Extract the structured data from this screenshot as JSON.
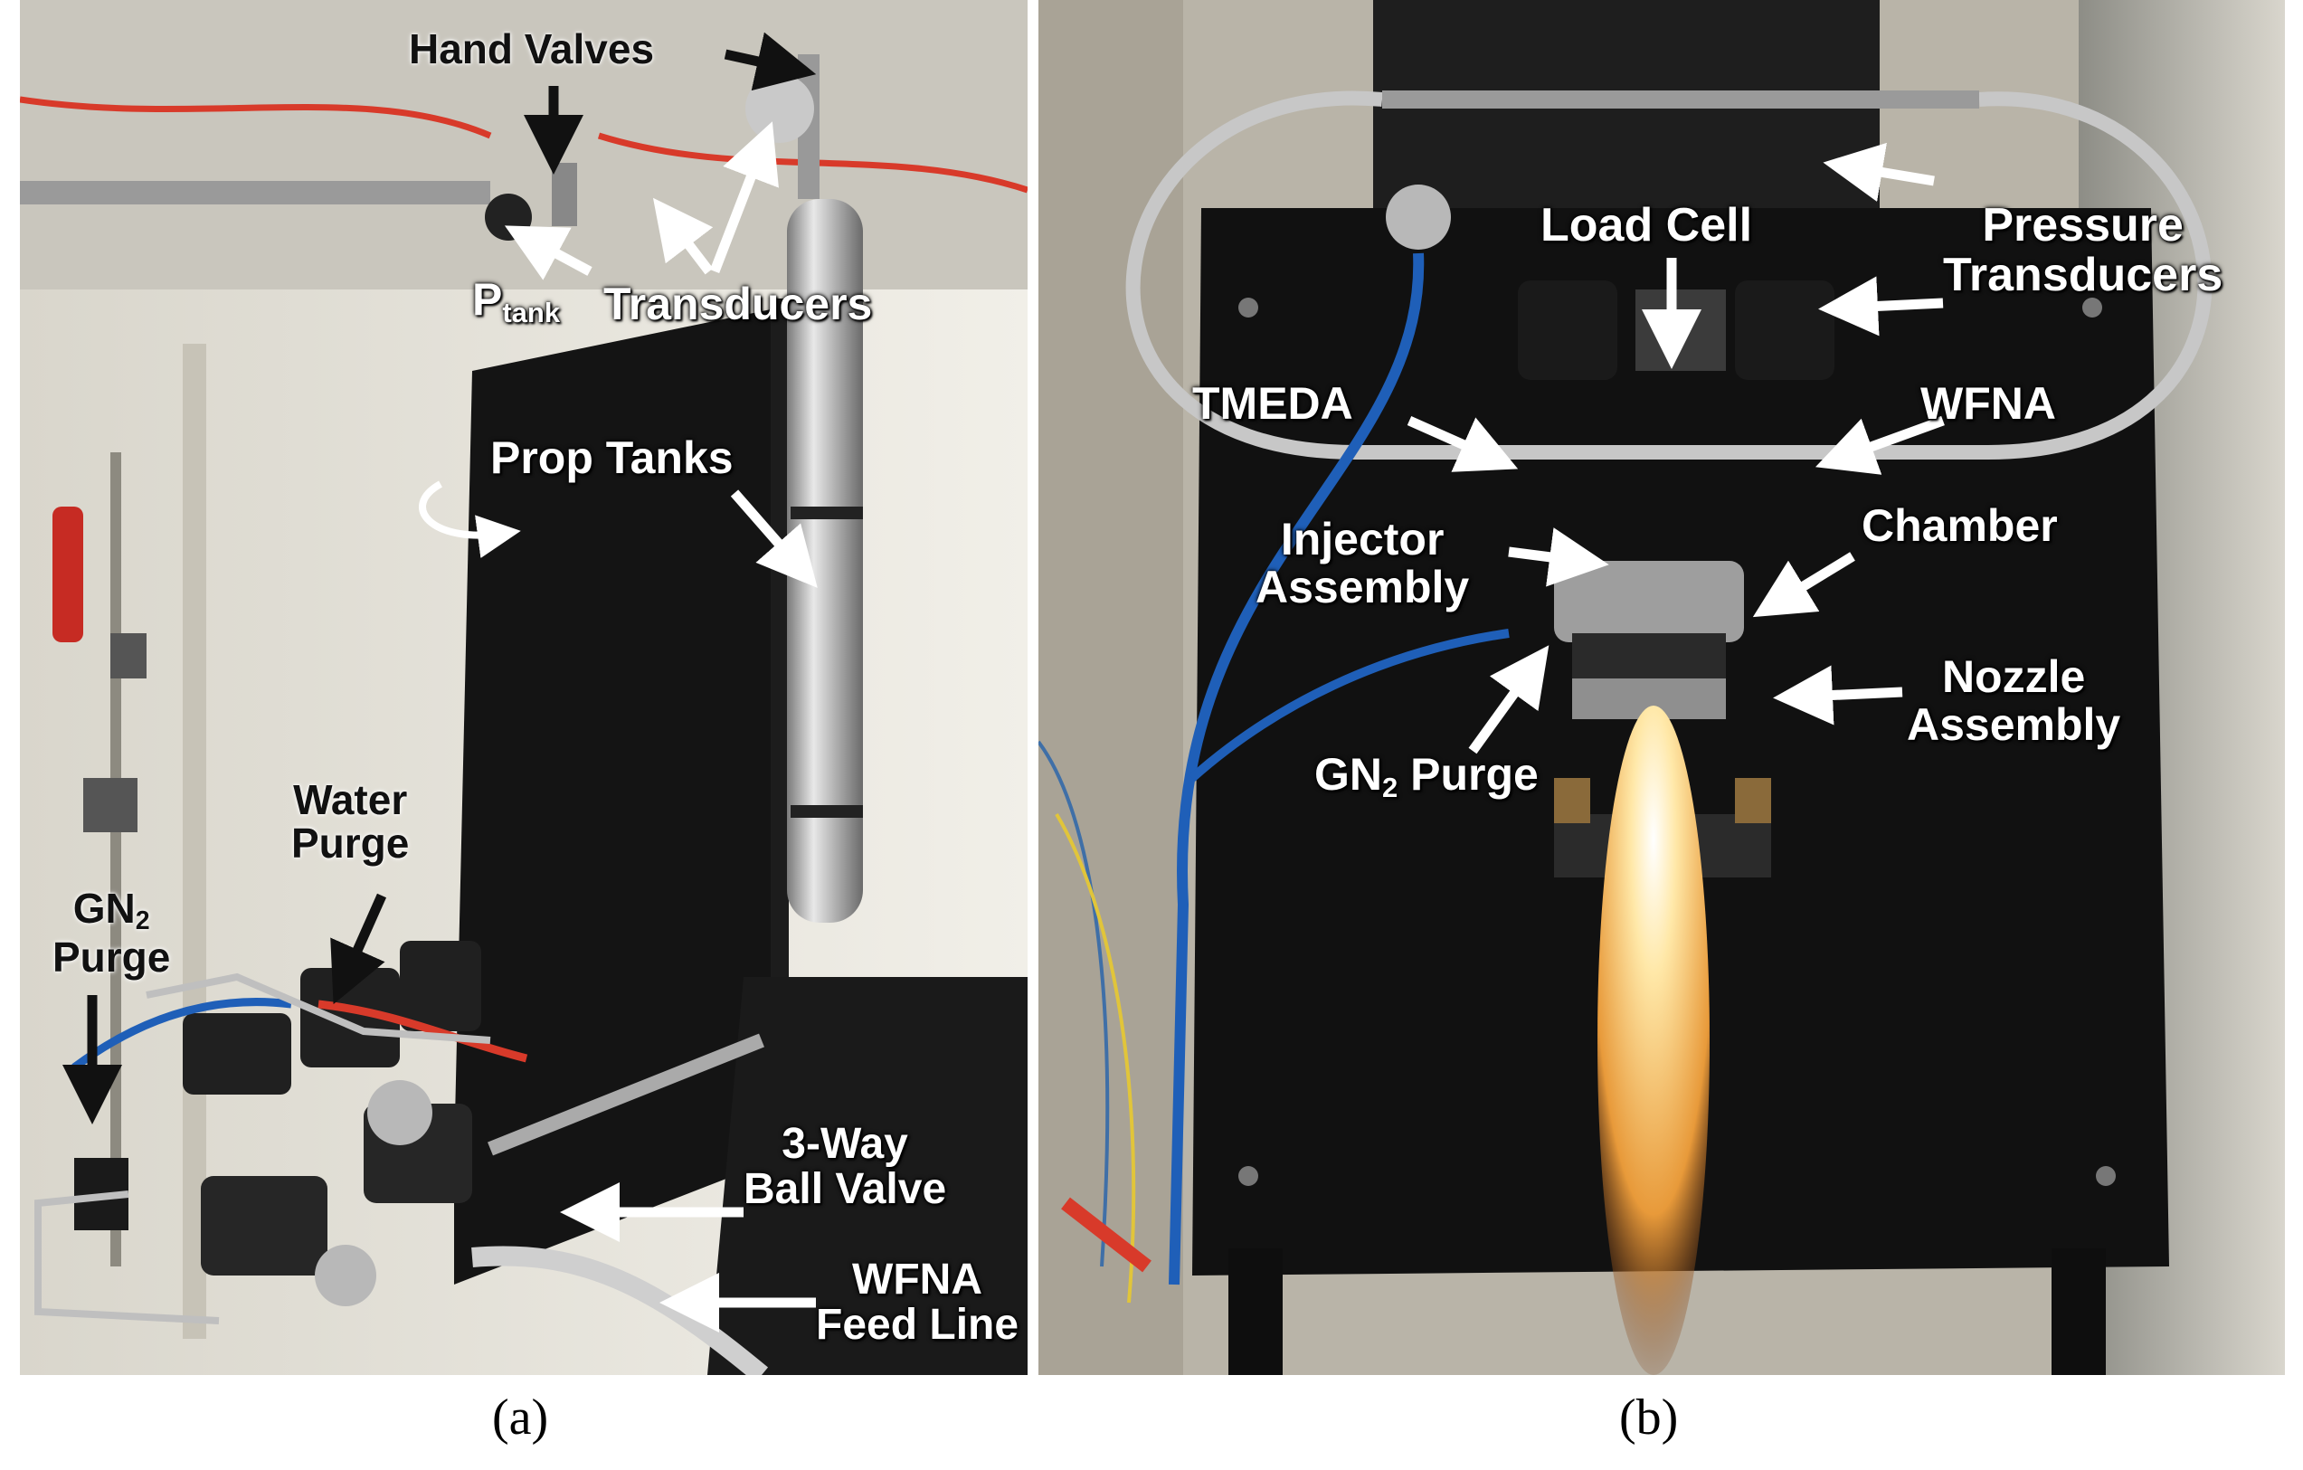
{
  "panel_a": {
    "labels": {
      "hand_valves": "Hand Valves",
      "p_tank_main": "P",
      "p_tank_sub": "tank",
      "transducers": "Transducers",
      "prop_tanks": "Prop Tanks",
      "water_purge_1": "Water",
      "water_purge_2": "Purge",
      "gn2_main": "GN",
      "gn2_sub": "2",
      "gn2_purge_2": "Purge",
      "three_way_1": "3-Way",
      "three_way_2": "Ball Valve",
      "wfna_feed_1": "WFNA",
      "wfna_feed_2": "Feed Line"
    },
    "caption": "(a)"
  },
  "panel_b": {
    "labels": {
      "load_cell": "Load Cell",
      "pressure_1": "Pressure",
      "pressure_2": "Transducers",
      "tmeda": "TMEDA",
      "wfna": "WFNA",
      "injector_1": "Injector",
      "injector_2": "Assembly",
      "chamber": "Chamber",
      "nozzle_1": "Nozzle",
      "nozzle_2": "Assembly",
      "gn2_main": "GN",
      "gn2_sub": "2",
      "gn2_purge": " Purge"
    },
    "caption": "(b)"
  },
  "colors": {
    "arrow_black": "#111111",
    "arrow_white": "#ffffff",
    "plume": "#ffd27a",
    "blue_line": "#1f5fb8",
    "red_line": "#d83a2a"
  }
}
